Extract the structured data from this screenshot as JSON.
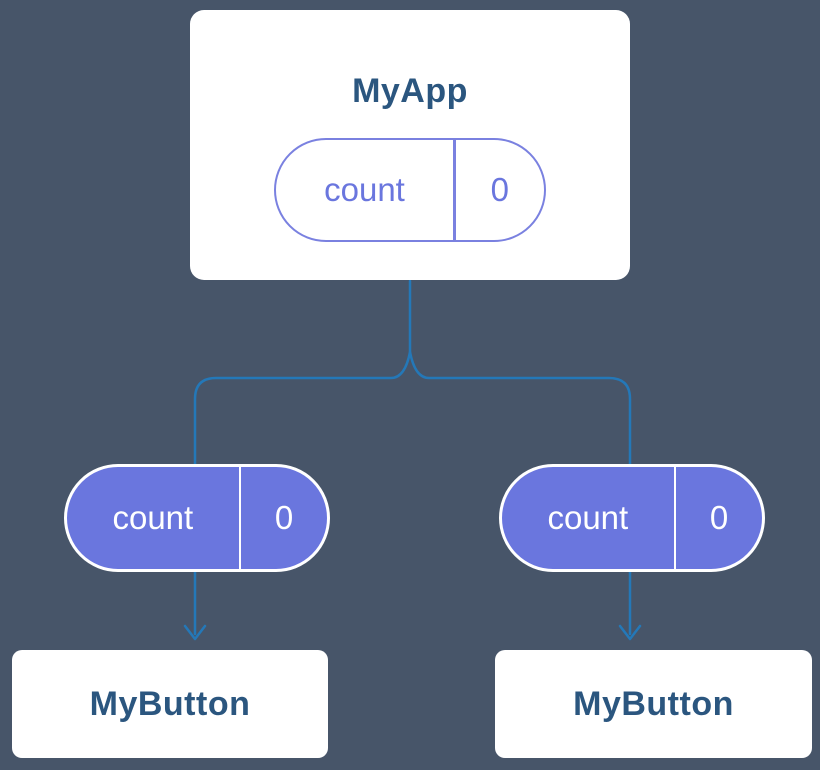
{
  "colors": {
    "background": "#475569",
    "card-bg": "#ffffff",
    "title-text": "#2B567F",
    "purple": "#6A76DE",
    "purple-border": "#7A81E0",
    "line": "#2478B8",
    "pill-text-light": "#ffffff"
  },
  "nodes": {
    "root": {
      "title": "MyApp",
      "state": {
        "key": "count",
        "value": "0"
      }
    },
    "children": [
      {
        "title": "MyButton",
        "prop": {
          "key": "count",
          "value": "0"
        }
      },
      {
        "title": "MyButton",
        "prop": {
          "key": "count",
          "value": "0"
        }
      }
    ]
  }
}
